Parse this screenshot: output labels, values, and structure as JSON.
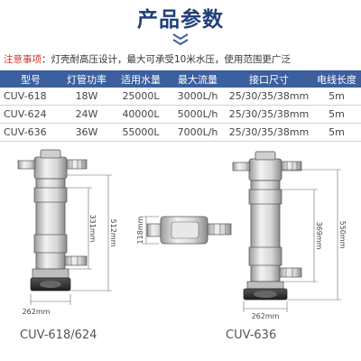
{
  "title": "产品参数",
  "notice": {
    "lead": "注意事项",
    "text": "：灯壳耐高压设计，最大可承受10米水压，使用范围更广泛"
  },
  "table": {
    "headers": [
      "型号",
      "灯管功率",
      "适用水量",
      "最大流量",
      "接口尺寸",
      "电线长度"
    ],
    "rows": [
      [
        "CUV-618",
        "18W",
        "25000L",
        "3000L/h",
        "25/30/35/38mm",
        "5m"
      ],
      [
        "CUV-624",
        "24W",
        "40000L",
        "5000L/h",
        "25/30/35/38mm",
        "5m"
      ],
      [
        "CUV-636",
        "36W",
        "55000L",
        "7000L/h",
        "25/30/35/38mm",
        "5m"
      ]
    ]
  },
  "drawings": {
    "left": {
      "model": "CUV-618/624",
      "height_total": "512mm",
      "height_body": "331mm",
      "width_base": "262mm"
    },
    "top_view": {
      "height": "118mm"
    },
    "right": {
      "model": "CUV-636",
      "height_total": "550mm",
      "height_body": "369mm",
      "width_base": "262mm"
    }
  },
  "colors": {
    "title": "#1f3f7a",
    "table_header": "#3c5f9e",
    "notice_lead": "#d0352b",
    "chevron": "#3c5f9e"
  }
}
